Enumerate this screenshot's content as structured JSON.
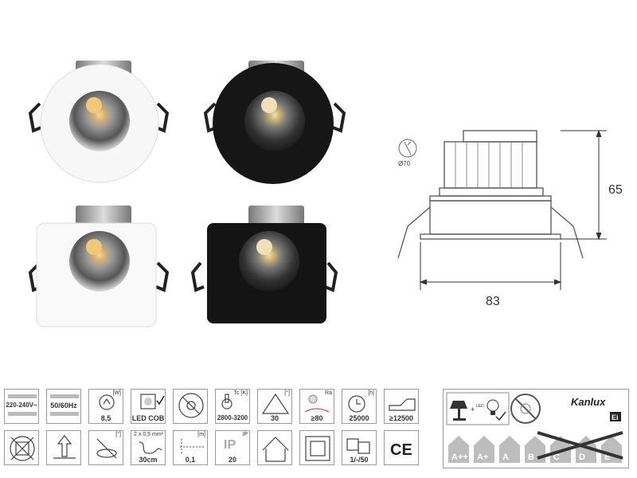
{
  "drawing": {
    "height_dim": "65",
    "width_dim": "83",
    "hole_dim": "Ø70"
  },
  "spec_icons": [
    {
      "name": "voltage-icon",
      "label": "220-240V~",
      "kind": "text-top"
    },
    {
      "name": "frequency-icon",
      "label": "50/60Hz",
      "kind": "text-top"
    },
    {
      "name": "power-icon",
      "label": "8,5",
      "kind": "bulb",
      "sub": "[W]"
    },
    {
      "name": "led-cob-icon",
      "label": "LED COB",
      "kind": "chip"
    },
    {
      "name": "no-replace-icon",
      "label": "",
      "kind": "noreplace"
    },
    {
      "name": "color-temp-icon",
      "label": "2800-3200",
      "kind": "tc",
      "sub": "Tc [K]"
    },
    {
      "name": "beam-angle-icon",
      "label": "30",
      "kind": "angle",
      "sub": "[°]"
    },
    {
      "name": "cri-icon",
      "label": "≥80",
      "kind": "ra",
      "sub": "Ra"
    },
    {
      "name": "lifetime-icon",
      "label": "25000",
      "kind": "clock",
      "sub": "[h]"
    },
    {
      "name": "switch-cycles-icon",
      "label": "≥12500",
      "kind": "hand"
    }
  ],
  "spec_icons_row2": [
    {
      "name": "no-bin-icon",
      "label": "",
      "kind": "bin"
    },
    {
      "name": "this-side-up-icon",
      "label": "",
      "kind": "arrowup"
    },
    {
      "name": "rotation-icon",
      "label": "",
      "kind": "rotate",
      "sub": "[°]"
    },
    {
      "name": "cable-length-icon",
      "label": "30cm",
      "kind": "cable",
      "sub": "2 x 0,5 mm²"
    },
    {
      "name": "min-distance-icon",
      "label": "0,1",
      "kind": "distance",
      "sub": "[m]"
    },
    {
      "name": "ip-rating-icon",
      "label": "20",
      "kind": "ip",
      "sub": "IP"
    },
    {
      "name": "indoor-icon",
      "label": "",
      "kind": "house"
    },
    {
      "name": "class-ii-icon",
      "label": "",
      "kind": "square"
    },
    {
      "name": "packaging-icon",
      "label": "1/-/50",
      "kind": "boxes"
    },
    {
      "name": "ce-mark-icon",
      "label": "",
      "kind": "ce"
    }
  ],
  "energy": {
    "brand": "Kanlux",
    "classes": [
      "A++",
      "A+",
      "A",
      "B",
      "C",
      "D",
      "E"
    ],
    "badge": "Ei"
  }
}
